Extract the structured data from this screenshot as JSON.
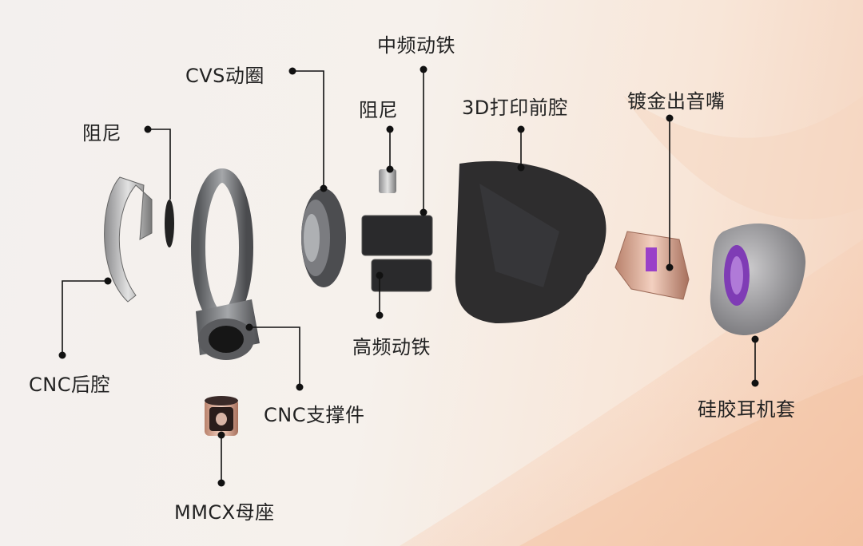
{
  "labels": {
    "damper_left": "阻尼",
    "cvs_driver": "CVS动圈",
    "mid_ba": "中频动铁",
    "damper_center": "阻尼",
    "front_cavity": "3D打印前腔",
    "nozzle": "镀金出音嘴",
    "rear_cavity": "CNC后腔",
    "high_ba": "高频动铁",
    "support": "CNC支撑件",
    "eartip": "硅胶耳机套",
    "mmcx": "MMCX母座"
  },
  "colors": {
    "accent_purple": "#8a3fc0",
    "copper": "#d9a38c",
    "line": "#111111"
  }
}
